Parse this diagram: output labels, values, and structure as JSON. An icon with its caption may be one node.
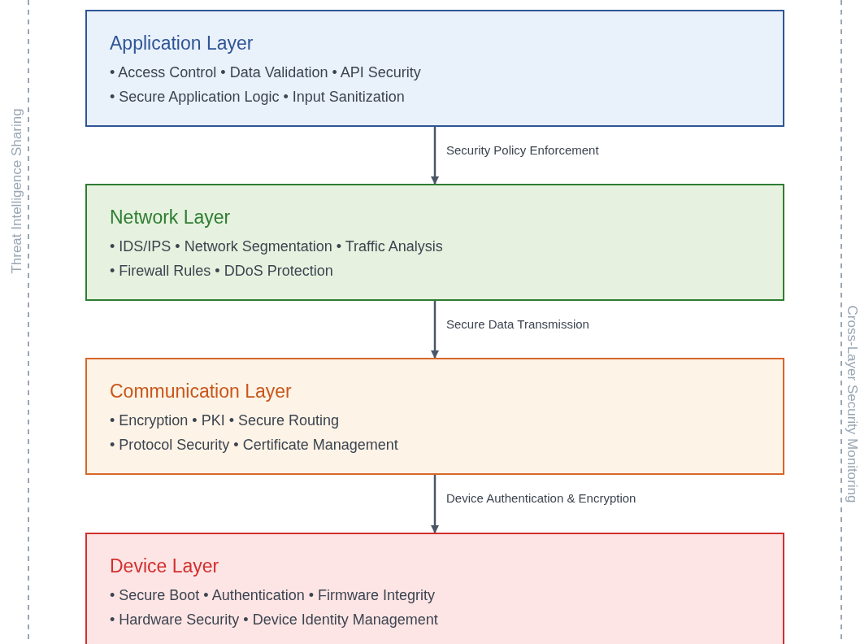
{
  "diagram": {
    "nodes": [
      {
        "text": [
          "Application Layer",
          "• Access Control • Data Validation • API Security",
          "• Secure Application Logic • Input Sanitization"
        ]
      },
      {
        "text": [
          "Network Layer",
          "• IDS/IPS • Network Segmentation • Traffic Analysis",
          "• Firewall Rules • DDoS Protection"
        ]
      },
      {
        "text": [
          "Communication Layer",
          "• Encryption • PKI • Secure Routing",
          "• Protocol Security • Certificate Management"
        ]
      },
      {
        "text": [
          "Device Layer",
          "• Secure Boot • Authentication • Firmware Integrity",
          "• Hardware Security • Device Identity Management"
        ]
      }
    ],
    "edges": [
      {
        "from": 0,
        "to": 1,
        "arrow": "to",
        "label": "Security Policy Enforcement"
      },
      {
        "from": 1,
        "to": 2,
        "arrow": "to",
        "label": "Secure Data Transmission"
      },
      {
        "from": 2,
        "to": 3,
        "arrow": "to",
        "label": "Device Authentication & Encryption"
      }
    ],
    "labels": [
      "Threat Intelligence Sharing",
      "Cross-Layer Security Monitoring"
    ]
  }
}
